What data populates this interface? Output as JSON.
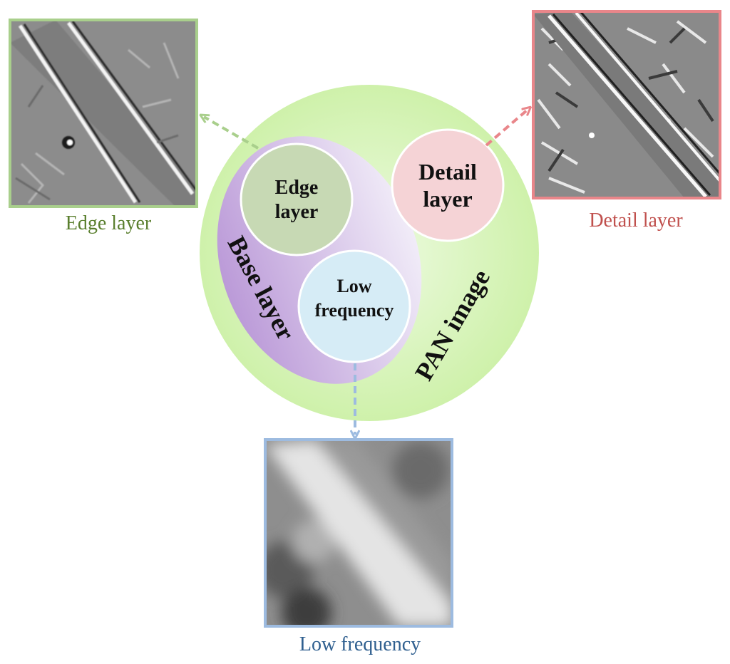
{
  "circles": {
    "pan_image": "PAN image",
    "base_layer": "Base layer",
    "edge_layer": [
      "Edge",
      "layer"
    ],
    "detail_layer": [
      "Detail",
      "layer"
    ],
    "low_frequency": [
      "Low",
      "frequency"
    ]
  },
  "captions": {
    "edge": "Edge layer",
    "detail": "Detail layer",
    "low": "Low frequency"
  },
  "colors": {
    "edge_border": "#a9cf8c",
    "detail_border": "#e9868a",
    "low_border": "#9dbbe0",
    "edge_caption": "#5a7f2e",
    "detail_caption": "#c0504d",
    "low_caption": "#2f5f8f",
    "pan_fill": "#d4f2b9",
    "base_fill": "#cdb3e3",
    "edge_fill": "#c7d9b4",
    "detail_fill": "#f5d3d6",
    "low_fill": "#d6ecf6"
  }
}
